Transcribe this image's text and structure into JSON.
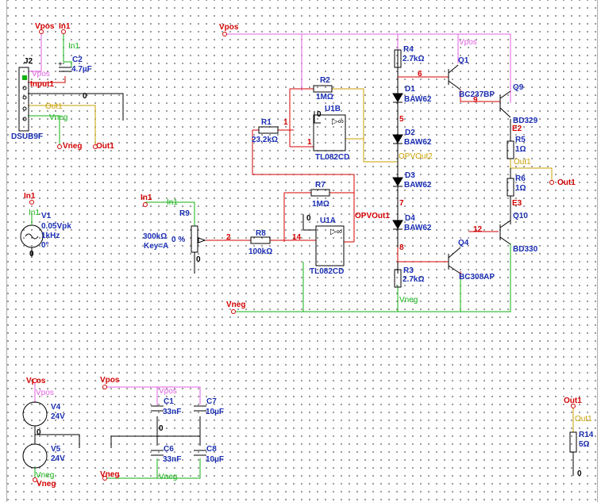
{
  "schematic": {
    "nets": {
      "vpos": "Vpos",
      "vneg": "Vneg",
      "in1": "In1",
      "out1": "Out1",
      "opvout1": "OPVOut1",
      "opvout2": "OPVOut2",
      "e2": "E2",
      "e3": "E3",
      "n0": "0",
      "n1": "1",
      "n2": "2",
      "n5": "5",
      "n6": "6",
      "n7": "7",
      "n8": "8",
      "n9": "9",
      "n12": "12",
      "n14": "14"
    },
    "components": {
      "j2": {
        "ref": "J2",
        "value": "DSUB9F"
      },
      "c2": {
        "ref": "C2",
        "value": "4.7µF"
      },
      "r1": {
        "ref": "R1",
        "value": "23.2kΩ"
      },
      "r2": {
        "ref": "R2",
        "value": "1MΩ"
      },
      "r3": {
        "ref": "R3",
        "value": "2.7kΩ"
      },
      "r4": {
        "ref": "R4",
        "value": "2.7kΩ"
      },
      "r5": {
        "ref": "R5",
        "value": "1Ω"
      },
      "r6": {
        "ref": "R6",
        "value": "1Ω"
      },
      "r7": {
        "ref": "R7",
        "value": "1MΩ"
      },
      "r8": {
        "ref": "R8",
        "value": "100kΩ"
      },
      "r9": {
        "ref": "R9",
        "value": "300kΩ",
        "pct": "0 %",
        "key": "Key=A"
      },
      "r14": {
        "ref": "R14",
        "value": "5Ω"
      },
      "u1a": {
        "ref": "U1A",
        "value": "TL082CD"
      },
      "u1b": {
        "ref": "U1B",
        "value": "TL082CD"
      },
      "d1": {
        "ref": "D1",
        "value": "BAW62"
      },
      "d2": {
        "ref": "D2",
        "value": "BAW62"
      },
      "d3": {
        "ref": "D3",
        "value": "BAW62"
      },
      "d4": {
        "ref": "D4",
        "value": "BAW62"
      },
      "q1": {
        "ref": "Q1",
        "value": "BC237BP"
      },
      "q4": {
        "ref": "Q4",
        "value": "BC308AP"
      },
      "q9": {
        "ref": "Q9",
        "value": "BD329"
      },
      "q10": {
        "ref": "Q10",
        "value": "BD330"
      },
      "v1": {
        "ref": "V1",
        "amp": "0.05Vpk",
        "freq": "1kHz",
        "phase": "0°"
      },
      "v4": {
        "ref": "V4",
        "value": "24V"
      },
      "v5": {
        "ref": "V5",
        "value": "24V"
      },
      "c1": {
        "ref": "C1",
        "value": "33nF"
      },
      "c6": {
        "ref": "C6",
        "value": "33nF"
      },
      "c7": {
        "ref": "C7",
        "value": "10µF"
      },
      "c8": {
        "ref": "C8",
        "value": "10µF"
      }
    },
    "pins": {
      "input1": "Input1",
      "out1": "Out1",
      "vpos": "Vpos",
      "vneg": "Vneg"
    }
  }
}
